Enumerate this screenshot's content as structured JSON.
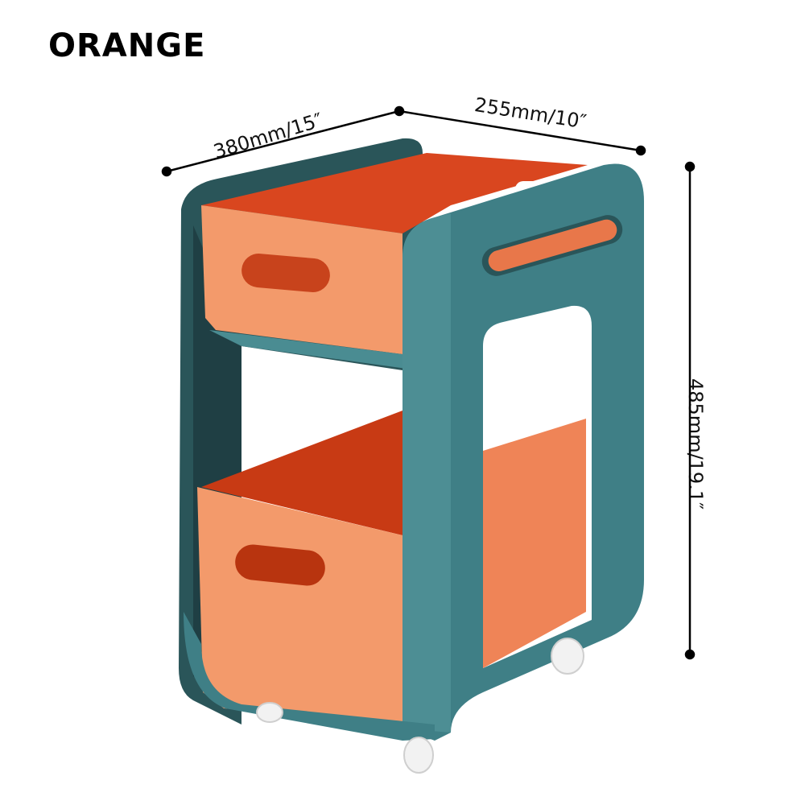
{
  "title": "ORANGE",
  "dimensions": {
    "depth": "380mm/15″",
    "width": "255mm/10″",
    "height": "485mm/19.1″"
  },
  "product": {
    "name": "two-tier rolling storage cart",
    "colors": {
      "frame": "#3f7f86",
      "frame_light": "#5a9ba1",
      "frame_dark": "#1f3f44",
      "basket_outer": "#f39a6b",
      "basket_inner": "#d9461f",
      "wheel": "#f2f2f2"
    }
  }
}
